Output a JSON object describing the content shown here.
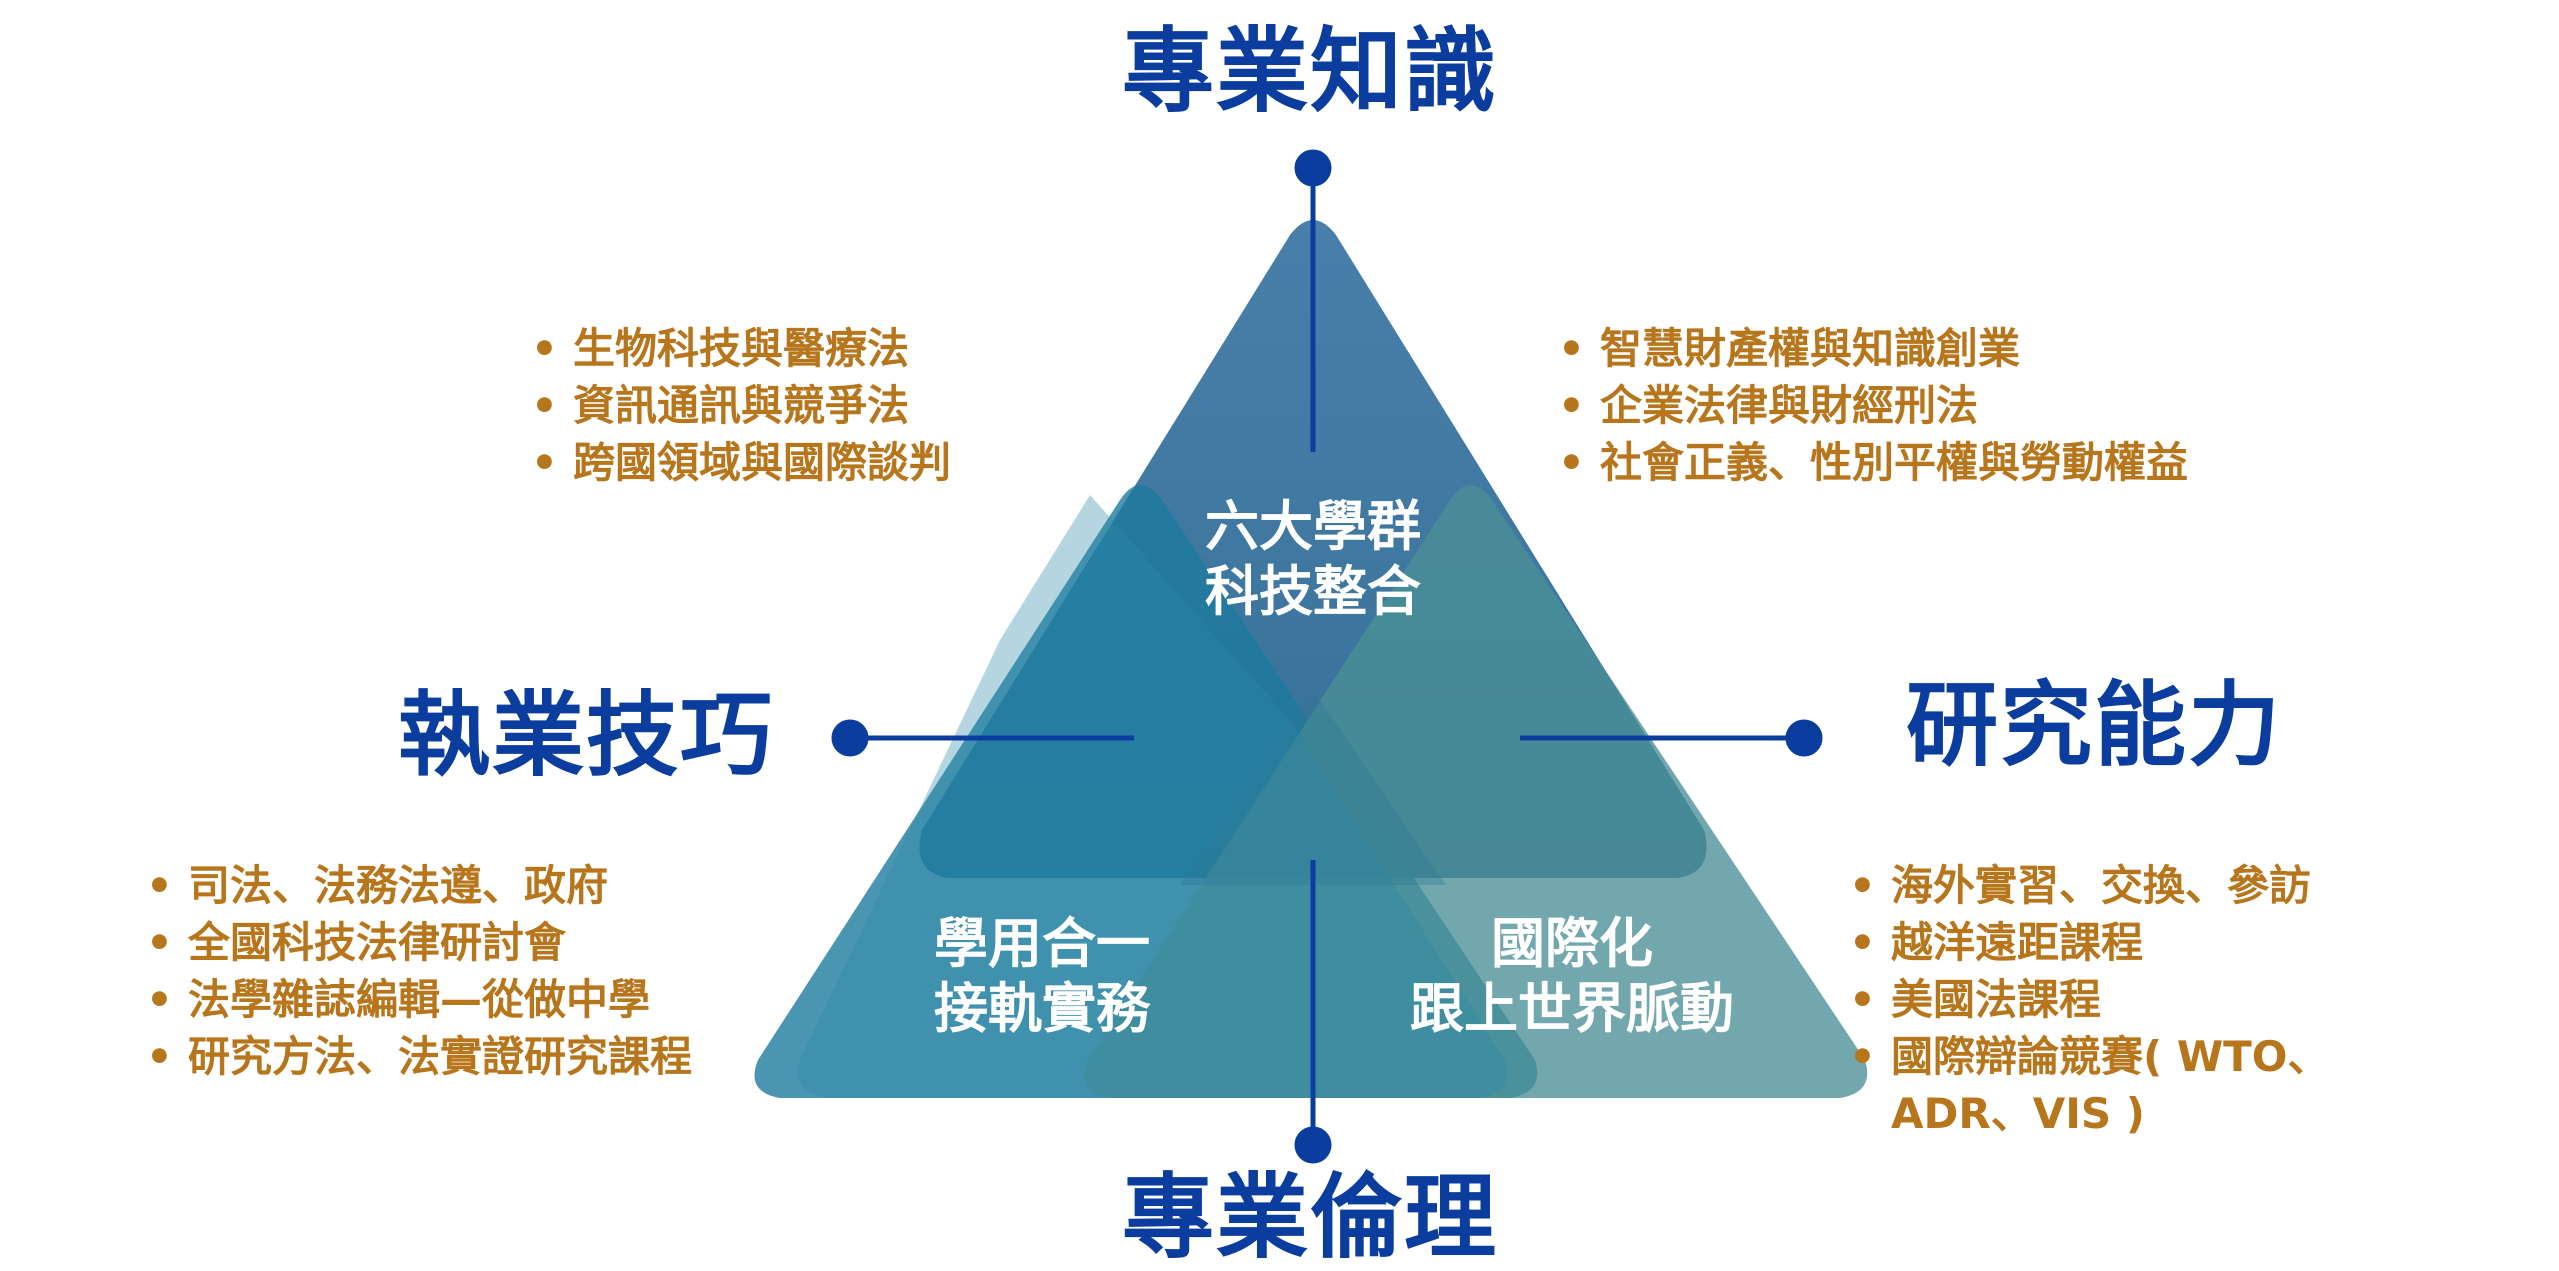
{
  "headings": {
    "top": "專業知識",
    "left": "執業技巧",
    "right": "研究能力",
    "bottom": "專業倫理"
  },
  "center": {
    "top_line1": "六大學群",
    "top_line2": "科技整合",
    "left_line1": "學用合一",
    "left_line2": "接軌實務",
    "right_line1": "國際化",
    "right_line2": "跟上世界脈動"
  },
  "lists": {
    "top_left": [
      "生物科技與醫療法",
      "資訊通訊與競爭法",
      "跨國領域與國際談判"
    ],
    "top_right": [
      "智慧財產權與知識創業",
      "企業法律與財經刑法",
      "社會正義、性別平權與勞動權益"
    ],
    "bottom_left": [
      "司法、法務法遵、政府",
      "全國科技法律研討會",
      "法學雜誌編輯—從做中學",
      "研究方法、法實證研究課程"
    ],
    "bottom_right": [
      "海外實習、交換、參訪",
      "越洋遠距課程",
      "美國法課程"
    ],
    "bottom_right_last": {
      "line1": "國際辯論競賽( WTO、",
      "line2": "ADR、VIS )"
    }
  },
  "colors": {
    "heading": "#0a3d9e",
    "bullet_text": "#b7761c",
    "connector": "#0a3d9e",
    "triangle_top": "#2f6d98",
    "triangle_left": "#1b7a9c",
    "triangle_right": "#3f8b90",
    "triangle_bottom_left": "#2c8aaa",
    "triangle_bottom_right": "#5d9ea0"
  }
}
